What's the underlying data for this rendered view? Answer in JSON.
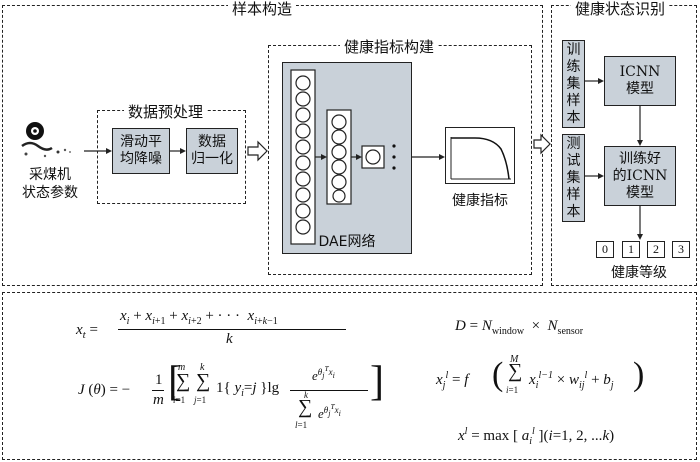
{
  "sections": {
    "sample_construction": "样本构造",
    "preprocessing": "数据预处理",
    "health_index_construction": "健康指标构建",
    "health_state_recognition": "健康状态识别"
  },
  "input": {
    "label_line1": "采煤机",
    "label_line2": "状态参数"
  },
  "preprocessing_steps": {
    "moving_average": [
      "滑动平",
      "均降噪"
    ],
    "normalization": [
      "数据",
      "归一化"
    ]
  },
  "dae": {
    "label": "DAE网络",
    "output_label": "健康指标"
  },
  "recognition": {
    "training_set": [
      "训",
      "练",
      "集",
      "样",
      "本"
    ],
    "test_set": [
      "测",
      "试",
      "集",
      "样",
      "本"
    ],
    "icnn_model": [
      "ICNN",
      "模型"
    ],
    "trained_icnn": [
      "训练好",
      "的ICNN",
      "模型"
    ],
    "levels": [
      "0",
      "1",
      "2",
      "3"
    ],
    "levels_label": "健康等级"
  },
  "formulas": {
    "ma_lhs": "x",
    "ma_lhs_sub": "t",
    "ma_num": "x_i + x_{i+1} + x_{i+2} + ··· x_{i+k-1}",
    "ma_den": "k",
    "d_eq": "D = N_window × N_sensor",
    "cost_lhs": "J (θ) = −",
    "cost_frac_num": "1",
    "cost_frac_den": "m",
    "layer_eq": "x_j^l = f ( Σ x_i^{l−1} × w_ij^l + b_j )",
    "pool_eq": "x^l = max [ a_i^l ](i=1, 2, ...k)"
  }
}
